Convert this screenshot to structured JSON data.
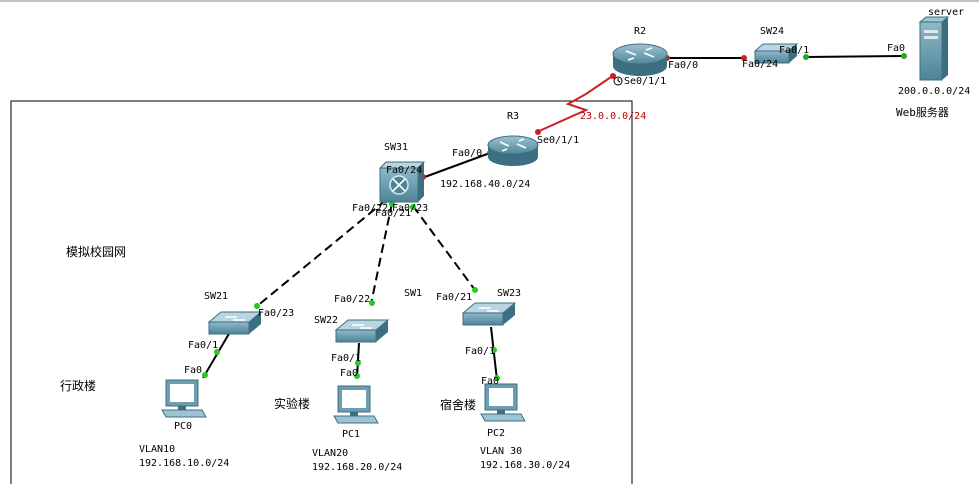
{
  "labels": {
    "server_title": "server",
    "r2": "R2",
    "sw24": "SW24",
    "r3": "R3",
    "sw31": "SW31",
    "sw21": "SW21",
    "sw22": "SW22",
    "sw1": "SW1",
    "sw23": "SW23",
    "pc0": "PC0",
    "pc1": "PC1",
    "pc2": "PC2",
    "campus": "模拟校园网",
    "admin_bldg": "行政楼",
    "lab_bldg": "实验楼",
    "dorm_bldg": "宿舍楼",
    "web_server": "Web服务器",
    "net_200": "200.0.0.0/24",
    "net_23": "23.0.0.0/24",
    "net_40": "192.168.40.0/24",
    "vlan10": "VLAN10",
    "net_10": "192.168.10.0/24",
    "vlan20": "VLAN20",
    "net_20": "192.168.20.0/24",
    "vlan30": "VLAN 30",
    "net_30": "192.168.30.0/24"
  },
  "ports": {
    "r2_fa00": "Fa0/0",
    "r2_se011": "Se0/1/1",
    "sw24_fa024": "Fa0/24",
    "sw24_fa01": "Fa0/1",
    "server_fa0": "Fa0",
    "r3_se011": "Se0/1/1",
    "r3_fa00": "Fa0/0",
    "sw31_fa024": "Fa0/24",
    "sw31_fa022": "Fa0/22",
    "sw31_fa021": "Fa0/21",
    "sw31_fa023": "Fa0/23",
    "sw21_fa023": "Fa0/23",
    "sw21_fa01": "Fa0/1",
    "pc0_fa0": "Fa0",
    "sw22_fa022": "Fa0/22",
    "sw22_fa01": "Fa0/1",
    "pc1_fa0": "Fa0",
    "sw23_fa021": "Fa0/21",
    "sw23_fa01": "Fa0/1",
    "pc2_fa0": "Fa0"
  },
  "colors": {
    "link": "#000000",
    "serial": "#cc2222",
    "port_up": "#22cc22",
    "port_red": "#cc2222",
    "device": "#5f97ab",
    "device_dark": "#3d6f82"
  },
  "icons": {
    "router": "router-icon",
    "switch": "switch-icon",
    "multilayer_switch": "multilayer-switch-icon",
    "pc": "pc-icon",
    "server": "server-icon"
  }
}
